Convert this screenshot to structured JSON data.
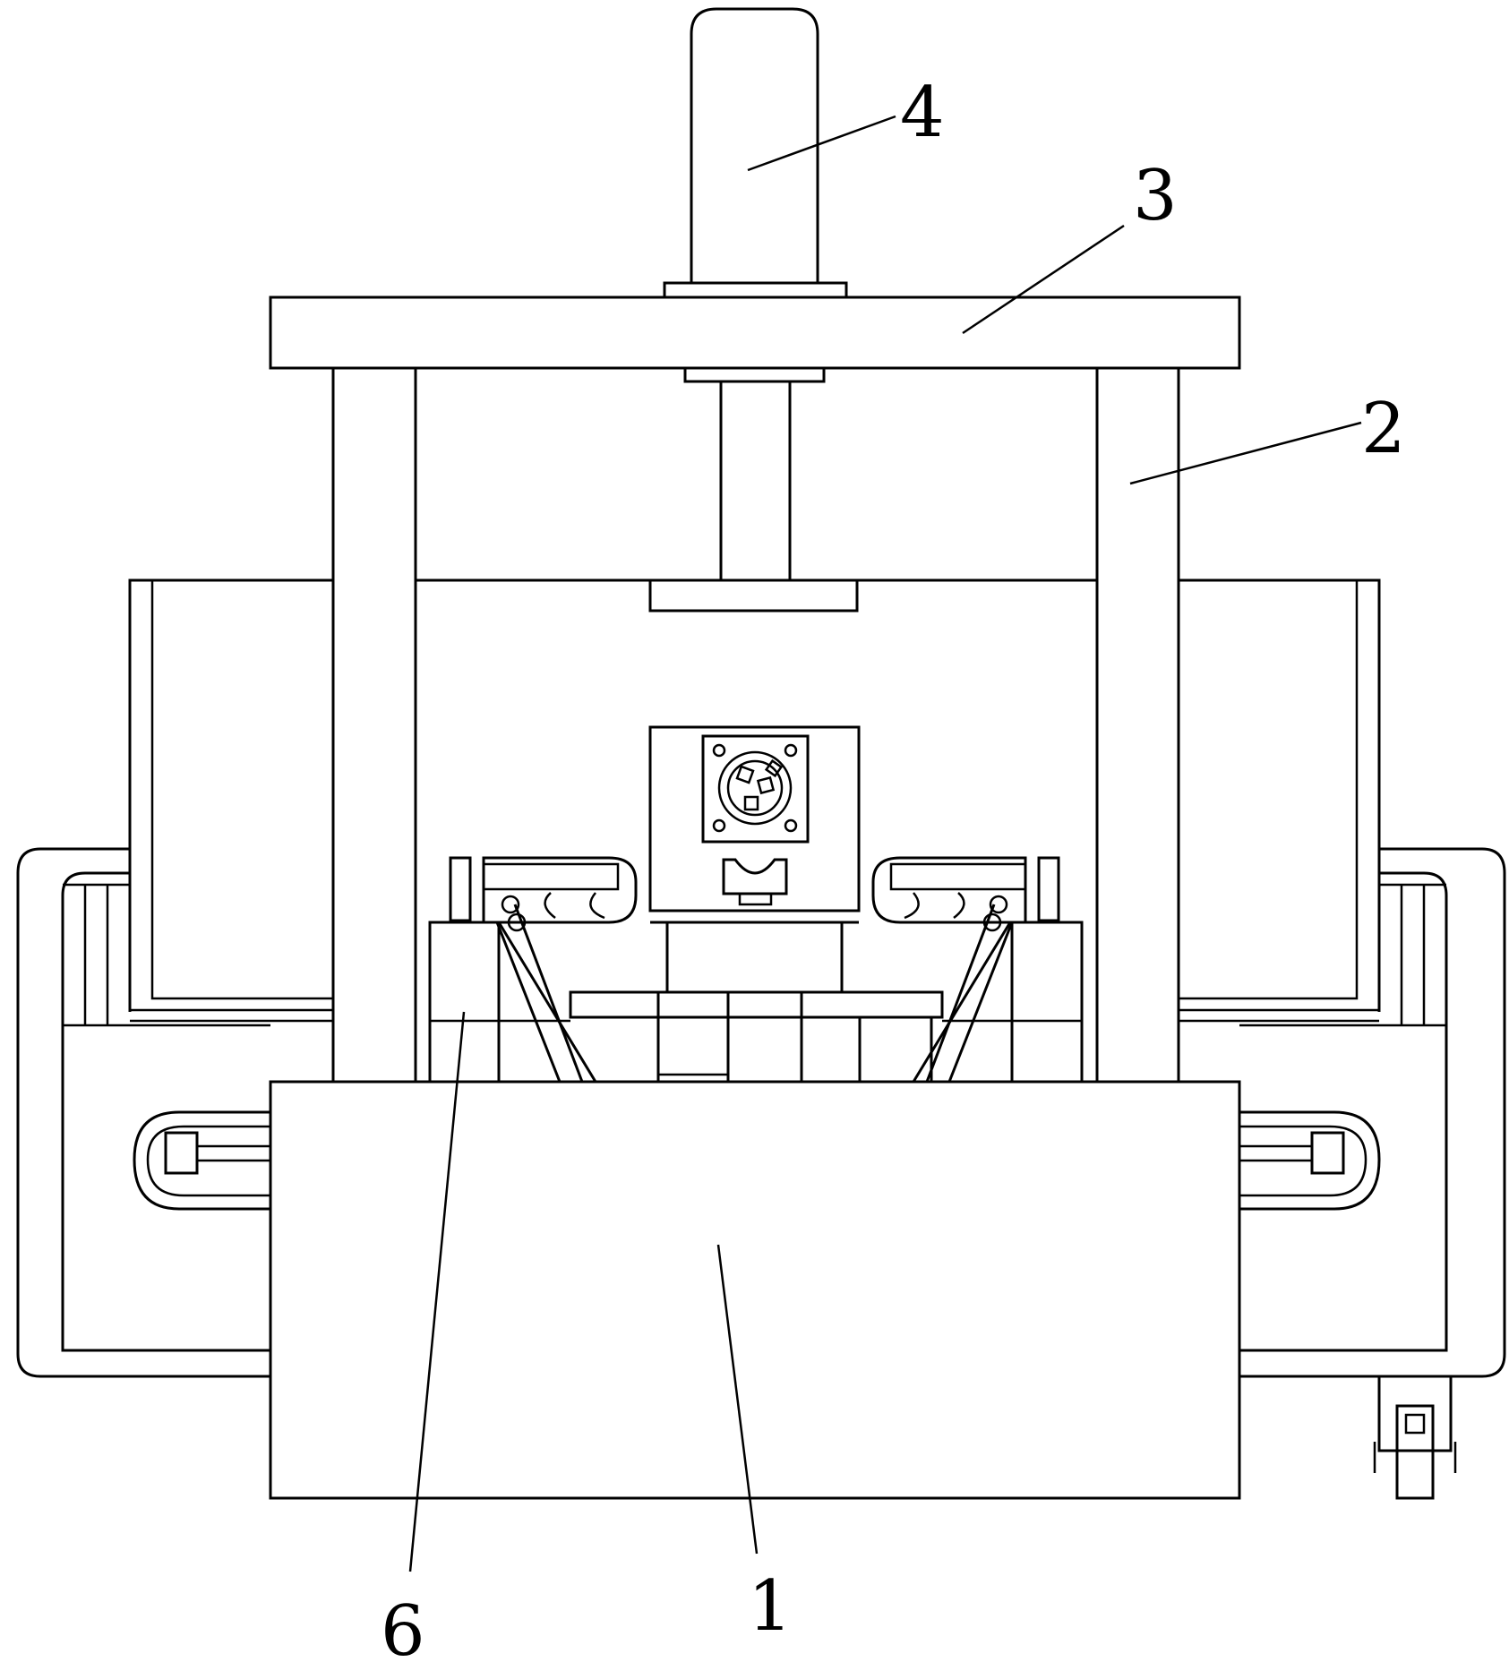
{
  "figure": {
    "callouts": [
      {
        "id": "base",
        "text": "1"
      },
      {
        "id": "column",
        "text": "2"
      },
      {
        "id": "top-plate",
        "text": "3"
      },
      {
        "id": "cylinder",
        "text": "4"
      },
      {
        "id": "support-block",
        "text": "6"
      }
    ]
  }
}
